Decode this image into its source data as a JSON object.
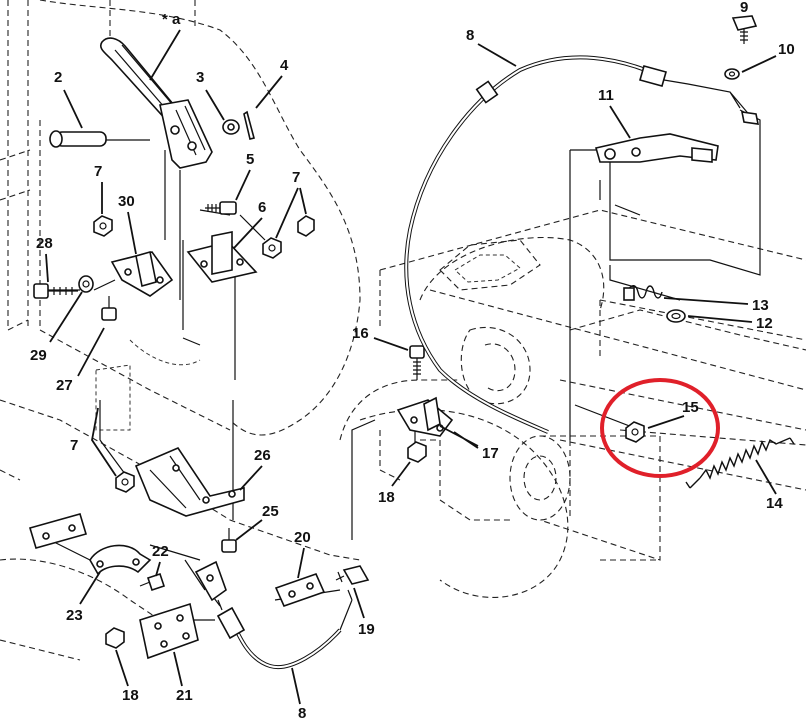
{
  "callouts": [
    {
      "id": "1",
      "label": "* a"
    },
    {
      "id": "2",
      "label": "2"
    },
    {
      "id": "3",
      "label": "3"
    },
    {
      "id": "4",
      "label": "4"
    },
    {
      "id": "5",
      "label": "5"
    },
    {
      "id": "6",
      "label": "6"
    },
    {
      "id": "7a",
      "label": "7"
    },
    {
      "id": "7b",
      "label": "7"
    },
    {
      "id": "7c",
      "label": "7"
    },
    {
      "id": "8a",
      "label": "8"
    },
    {
      "id": "8b",
      "label": "8"
    },
    {
      "id": "9",
      "label": "9"
    },
    {
      "id": "10",
      "label": "10"
    },
    {
      "id": "11",
      "label": "11"
    },
    {
      "id": "12",
      "label": "12"
    },
    {
      "id": "13",
      "label": "13"
    },
    {
      "id": "14",
      "label": "14"
    },
    {
      "id": "15",
      "label": "15"
    },
    {
      "id": "16",
      "label": "16"
    },
    {
      "id": "17",
      "label": "17"
    },
    {
      "id": "18a",
      "label": "18"
    },
    {
      "id": "18b",
      "label": "18"
    },
    {
      "id": "19",
      "label": "19"
    },
    {
      "id": "20",
      "label": "20"
    },
    {
      "id": "21",
      "label": "21"
    },
    {
      "id": "22",
      "label": "22"
    },
    {
      "id": "23",
      "label": "23"
    },
    {
      "id": "25",
      "label": "25"
    },
    {
      "id": "26",
      "label": "26"
    },
    {
      "id": "27",
      "label": "27"
    },
    {
      "id": "28",
      "label": "28"
    },
    {
      "id": "29",
      "label": "29"
    },
    {
      "id": "30",
      "label": "30"
    }
  ],
  "highlight": {
    "target": "15",
    "color": "#e0202a"
  },
  "colors": {
    "line": "#111111",
    "background": "#ffffff"
  }
}
